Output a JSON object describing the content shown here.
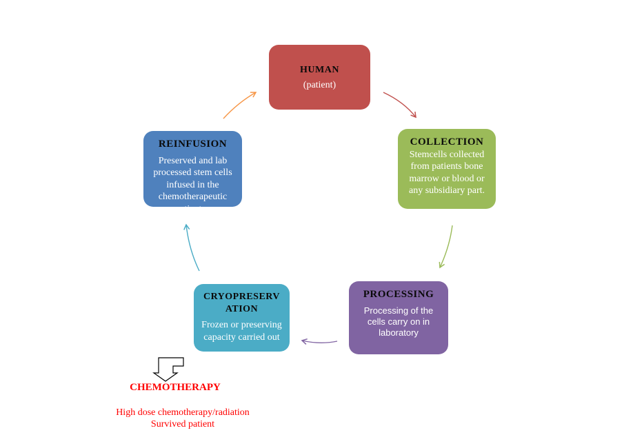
{
  "diagram": {
    "nodes": {
      "human": {
        "title": "HUMAN",
        "body": "(patient)",
        "color": "#c0504d"
      },
      "collection": {
        "title": "COLLECTION",
        "body": "Stemcells collected from patients bone marrow or blood or any subsidiary part.",
        "color": "#9bbb59"
      },
      "processing": {
        "title": "PROCESSING",
        "body": "Processing of the cells carry on in laboratory",
        "color": "#8064a2"
      },
      "cryopreservation": {
        "title": "CRYOPRESERV ATION",
        "body": "Frozen or preserving capacity carried out",
        "color": "#4bacc6"
      },
      "reinfusion": {
        "title": "REINFUSION",
        "body": "Preserved and lab processed stem cells infused in the chemotherapeutic patients .",
        "color": "#4f81bd"
      }
    },
    "cycle_order": [
      "human",
      "collection",
      "processing",
      "cryopreservation",
      "reinfusion"
    ],
    "chemotherapy": {
      "title": "CHEMOTHERAPY",
      "lines": [
        "High dose chemotherapy/radiation",
        "Survived patient"
      ],
      "color": "#ff0000",
      "icon": "down-arrow-outline-icon"
    }
  }
}
